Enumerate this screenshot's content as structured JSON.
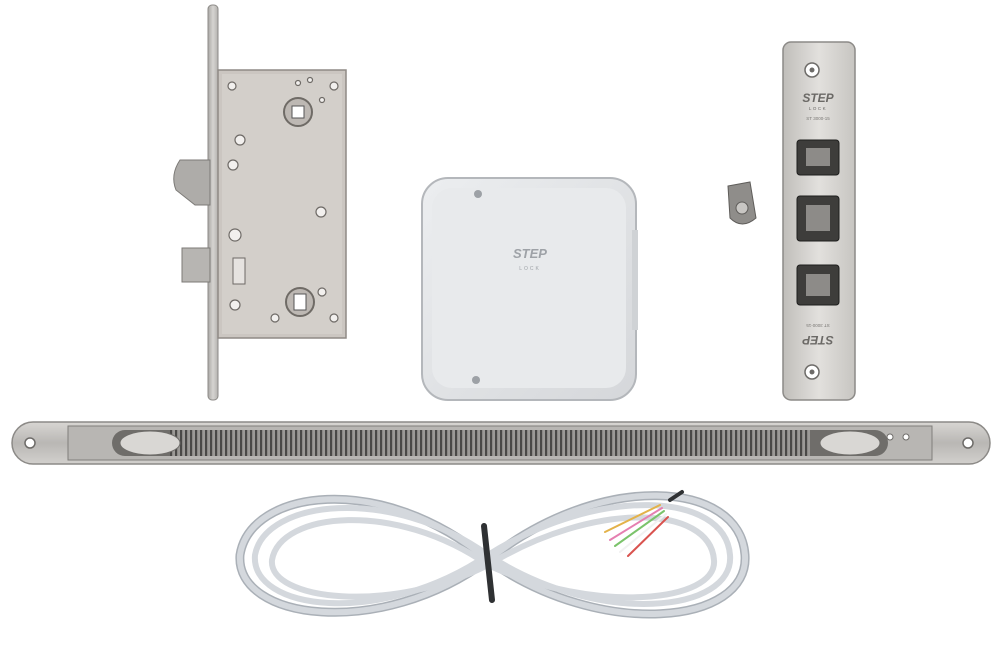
{
  "scene": {
    "background": "#ffffff",
    "metal_color": "#c9c7c4",
    "metal_dark": "#8f8d8a",
    "box_color": "#e3e4e6",
    "cable_color": "#cfd3d8"
  },
  "control_box": {
    "brand": "STEP",
    "sub": "LOCK"
  },
  "strike_plate": {
    "brand_top": "STEP",
    "sub_top": "LOCK",
    "code_top": "ST 3000-15",
    "code_bottom": "ST 3000-15",
    "brand_bottom": "STEP"
  },
  "icons": [
    "mortise-lock",
    "control-box",
    "cable-holder",
    "strike-plate",
    "door-cable-transfer",
    "wire-harness"
  ]
}
